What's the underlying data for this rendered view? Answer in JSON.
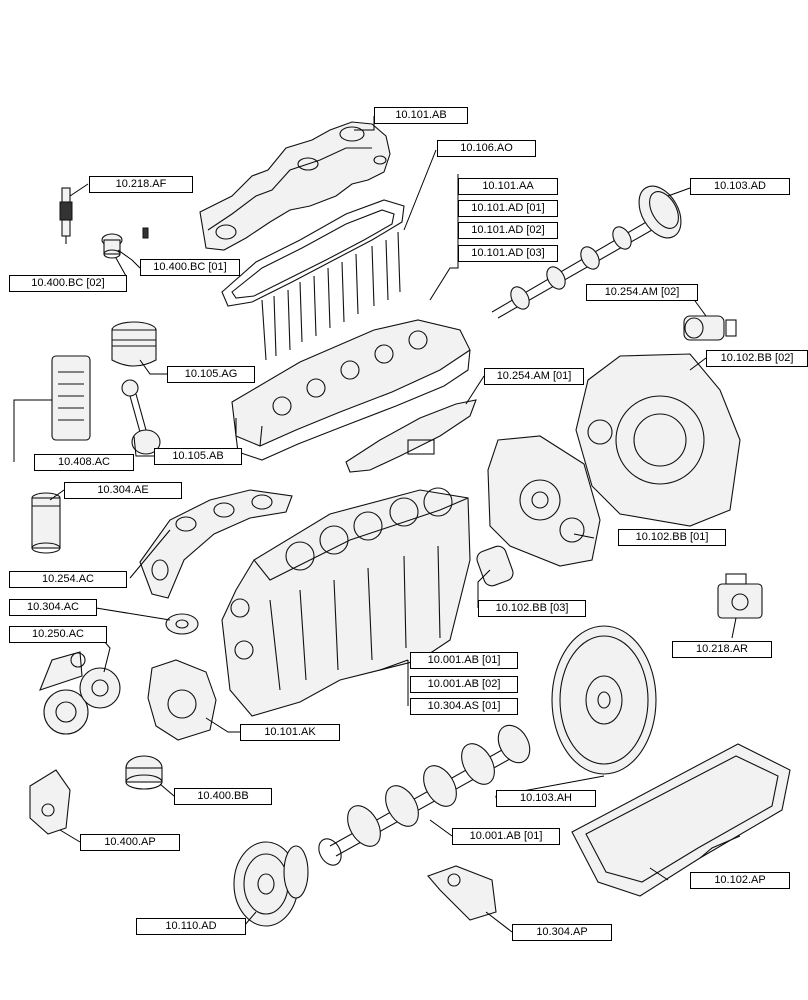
{
  "callouts": {
    "c_10_101_ab": "10.101.AB",
    "c_10_106_ao": "10.106.AO",
    "c_10_218_af": "10.218.AF",
    "c_10_101_aa": "10.101.AA",
    "c_10_101_ad_1": "10.101.AD [01]",
    "c_10_101_ad_2": "10.101.AD [02]",
    "c_10_101_ad_3": "10.101.AD [03]",
    "c_10_103_ad": "10.103.AD",
    "c_10_400_bc_1": "10.400.BC [01]",
    "c_10_400_bc_2": "10.400.BC [02]",
    "c_10_254_am_2": "10.254.AM [02]",
    "c_10_102_bb_2": "10.102.BB [02]",
    "c_10_105_ag": "10.105.AG",
    "c_10_254_am_1": "10.254.AM [01]",
    "c_10_105_ab": "10.105.AB",
    "c_10_408_ac": "10.408.AC",
    "c_10_304_ae": "10.304.AE",
    "c_10_102_bb_1": "10.102.BB [01]",
    "c_10_254_ac": "10.254.AC",
    "c_10_102_bb_3": "10.102.BB [03]",
    "c_10_304_ac": "10.304.AC",
    "c_10_218_ar": "10.218.AR",
    "c_10_250_ac": "10.250.AC",
    "c_10_001_ab_1": "10.001.AB [01]",
    "c_10_001_ab_2": "10.001.AB [02]",
    "c_10_304_as_1": "10.304.AS [01]",
    "c_10_101_ak": "10.101.AK",
    "c_10_400_bb": "10.400.BB",
    "c_10_103_ah": "10.103.AH",
    "c_10_400_ap": "10.400.AP",
    "c_10_001_ab_1b": "10.001.AB [01]",
    "c_10_102_ap": "10.102.AP",
    "c_10_110_ad": "10.110.AD",
    "c_10_304_ap": "10.304.AP"
  }
}
